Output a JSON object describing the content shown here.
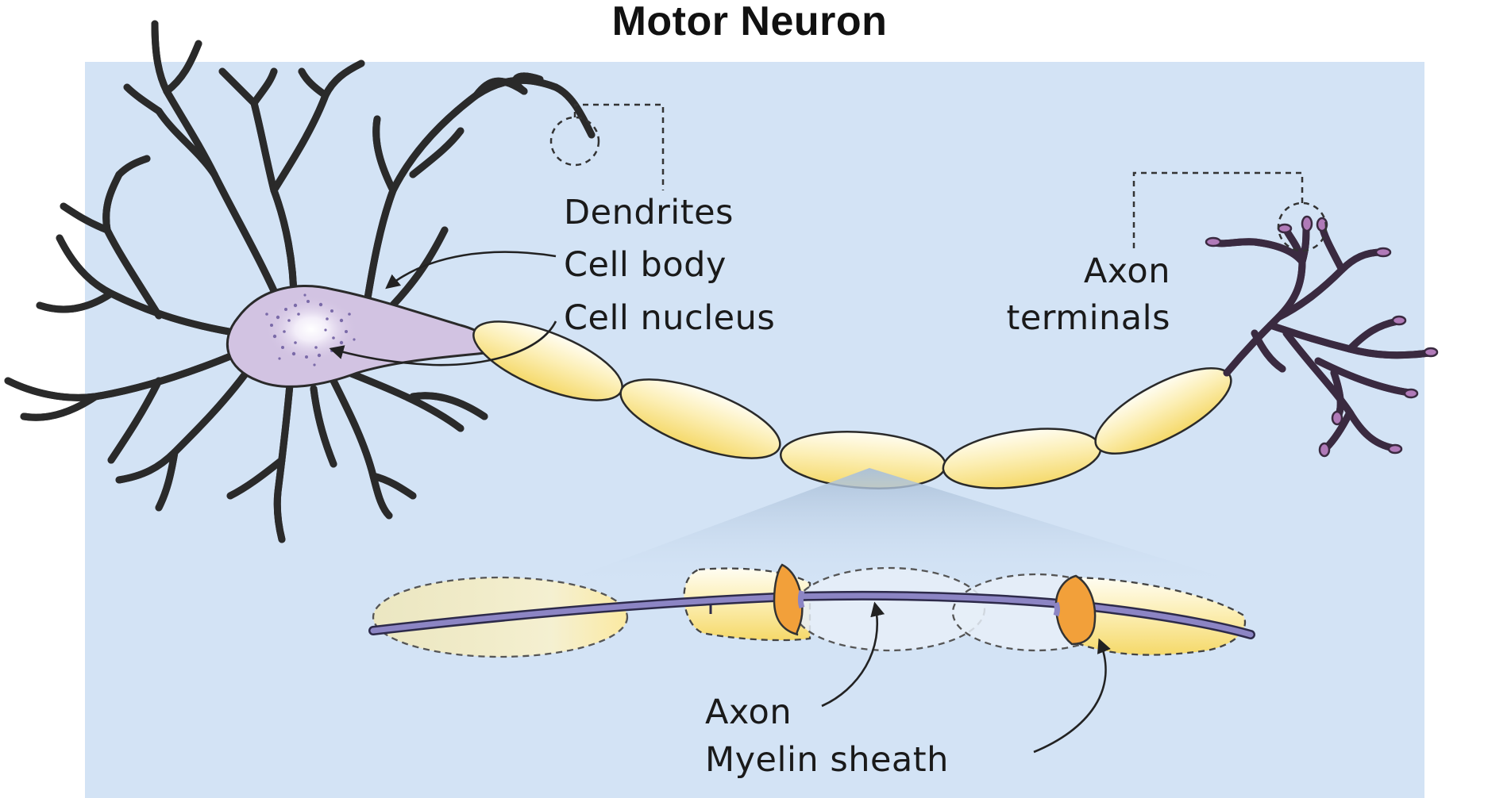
{
  "title": "Motor Neuron",
  "labels": {
    "dendrites": "Dendrites",
    "cell_body": "Cell body",
    "cell_nucleus": "Cell nucleus",
    "axon_terminals_line1": "Axon",
    "axon_terminals_line2": "terminals",
    "axon": "Axon",
    "myelin_sheath": "Myelin sheath"
  },
  "colors": {
    "panel_background": "#d3e3f5",
    "cell_body_fill": "#d2c3e2",
    "myelin_fill": "#fbe9a0",
    "node_orange": "#f2a03a",
    "axon_line": "#8c85c4",
    "terminal_purple": "#b07ab8"
  }
}
